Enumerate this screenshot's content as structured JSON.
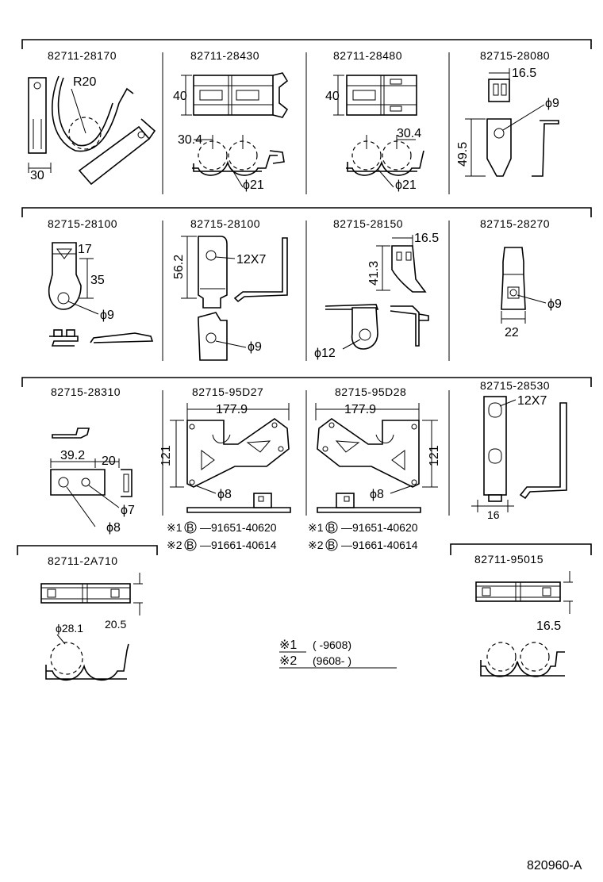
{
  "parts": {
    "p1": {
      "number": "82711-28170",
      "radius": "R20",
      "width": "30"
    },
    "p2": {
      "number": "82711-28430",
      "height": "40",
      "pitch": "30.4",
      "dia": "ϕ21"
    },
    "p3": {
      "number": "82711-28480",
      "height": "40",
      "pitch": "30.4",
      "dia": "ϕ21"
    },
    "p4": {
      "number": "82715-28080",
      "width": "16.5",
      "height": "49.5",
      "dia": "ϕ9"
    },
    "p5": {
      "number": "82715-28100",
      "width": "17",
      "height": "35",
      "dia": "ϕ9"
    },
    "p6": {
      "number": "82715-28100",
      "height": "56.2",
      "slot": "12X7",
      "dia": "ϕ9"
    },
    "p7": {
      "number": "82715-28150",
      "width": "16.5",
      "height": "41.3",
      "dia": "ϕ12"
    },
    "p8": {
      "number": "82715-28270",
      "width": "22",
      "dia": "ϕ9"
    },
    "p9": {
      "number": "82715-28310",
      "width": "39.2",
      "width2": "20",
      "dia_small": "ϕ7",
      "dia_large": "ϕ8"
    },
    "p10": {
      "number": "82715-95D27",
      "width": "177.9",
      "height": "121",
      "dia": "ϕ8"
    },
    "p11": {
      "number": "82715-95D28",
      "width": "177.9",
      "height": "121",
      "dia": "ϕ8"
    },
    "p12": {
      "number": "82715-28530",
      "slot": "12X7",
      "width": "16"
    },
    "p13": {
      "number": "82711-2A710",
      "dia": "ϕ28.1",
      "height": "20.5"
    },
    "p14": {
      "number": "82711-95015",
      "height": "16.5"
    }
  },
  "bolts": [
    {
      "mark": "※1",
      "code": "91651-40620"
    },
    {
      "mark": "※2",
      "code": "91661-40614"
    }
  ],
  "bolt_symbol": "B",
  "legend": [
    {
      "mark": "※1",
      "range": "(      -9608)"
    },
    {
      "mark": "※2",
      "range": "(9608-       )"
    }
  ],
  "drawing_id": "820960-A"
}
